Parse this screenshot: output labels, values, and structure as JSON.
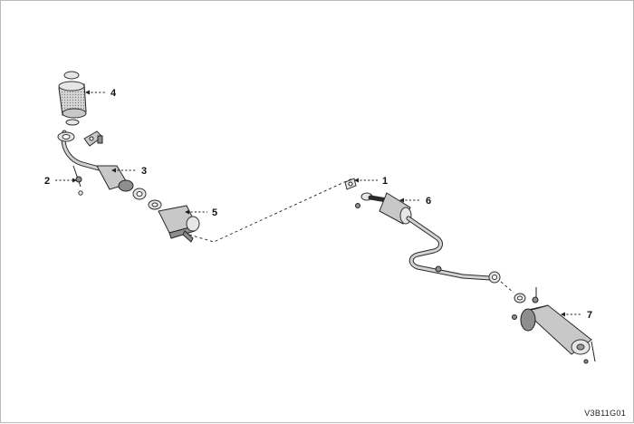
{
  "callouts": [
    {
      "id": "1",
      "label": "1"
    },
    {
      "id": "2",
      "label": "2"
    },
    {
      "id": "3",
      "label": "3"
    },
    {
      "id": "4",
      "label": "4"
    },
    {
      "id": "5",
      "label": "5"
    },
    {
      "id": "6",
      "label": "6"
    },
    {
      "id": "7",
      "label": "7"
    }
  ],
  "figure_code": "V3B11G01"
}
